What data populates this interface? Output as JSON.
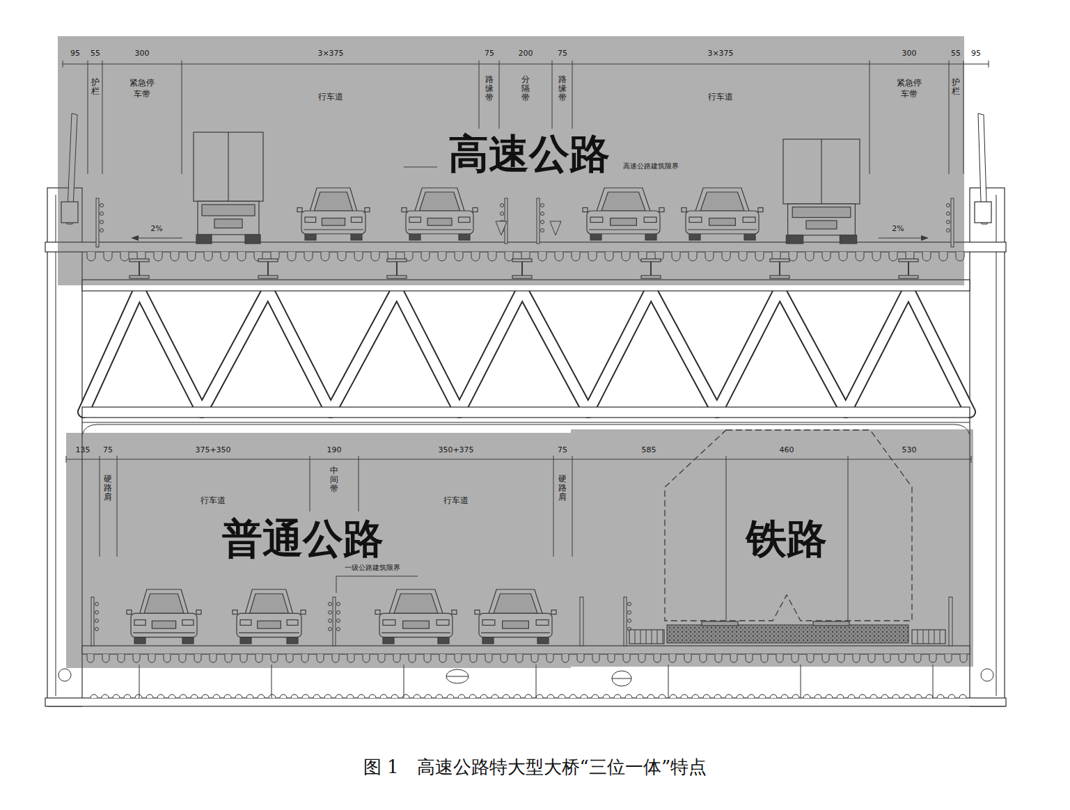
{
  "diagram": {
    "caption": "图 1　高速公路特大型大桥“三位一体”特点",
    "nodes": [
      {
        "text": [
          "高速公路"
        ]
      },
      {
        "text": [
          "普通公路"
        ]
      },
      {
        "text": [
          "铁路"
        ]
      }
    ],
    "labels": [
      "95",
      "55",
      "300",
      "3×375",
      "75",
      "200",
      "75",
      "3×375",
      "300",
      "55",
      "95",
      "护栏",
      "紧急停车带",
      "行车道",
      "路缘带",
      "分隔带",
      "路缘带",
      "行车道",
      "紧急停车带",
      "护栏",
      "高速公路建筑限界",
      "2%",
      "2%",
      "135",
      "75",
      "375+350",
      "190",
      "350+375",
      "75",
      "585",
      "460",
      "530",
      "硬路肩",
      "行车道",
      "中间带",
      "行车道",
      "硬路肩",
      "一级公路建筑限界"
    ]
  }
}
